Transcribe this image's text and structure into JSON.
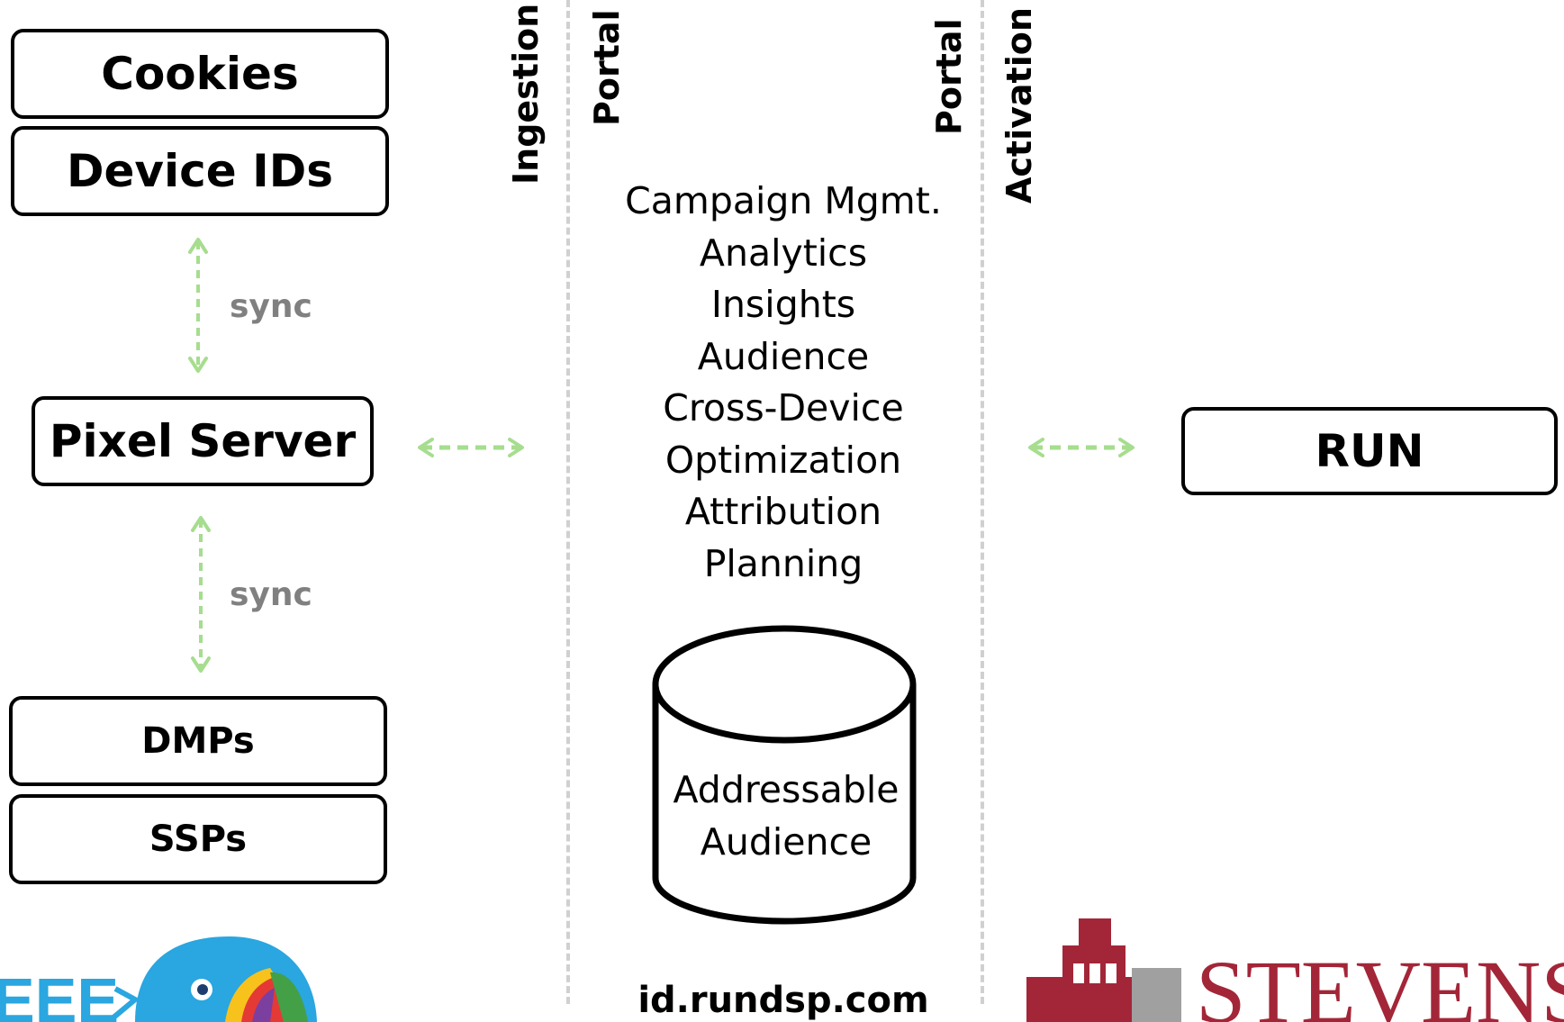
{
  "left": {
    "cookies": "Cookies",
    "device_ids": "Device IDs",
    "sync_top": "sync",
    "pixel_server": "Pixel Server",
    "sync_bottom": "sync",
    "dmps": "DMPs",
    "ssps": "SSPs"
  },
  "portal": {
    "ingestion_label": "Ingestion",
    "portal_left_label": "Portal",
    "portal_right_label": "Portal",
    "activation_label": "Activation",
    "features": [
      "Campaign Mgmt.",
      "Analytics",
      "Insights",
      "Audience",
      "Cross-Device",
      "Optimization",
      "Attribution",
      "Planning"
    ],
    "database_line1": "Addressable",
    "database_line2": "Audience",
    "domain": "id.rundsp.com"
  },
  "right": {
    "run": "RUN"
  },
  "logos": {
    "left_logo_text": "EEE",
    "right_logo_text": "STEVENS"
  },
  "colors": {
    "arrow_green": "#a6dd8e",
    "divider_gray": "#d0d0d0",
    "sync_gray": "#808080",
    "stevens_red": "#a32638"
  }
}
